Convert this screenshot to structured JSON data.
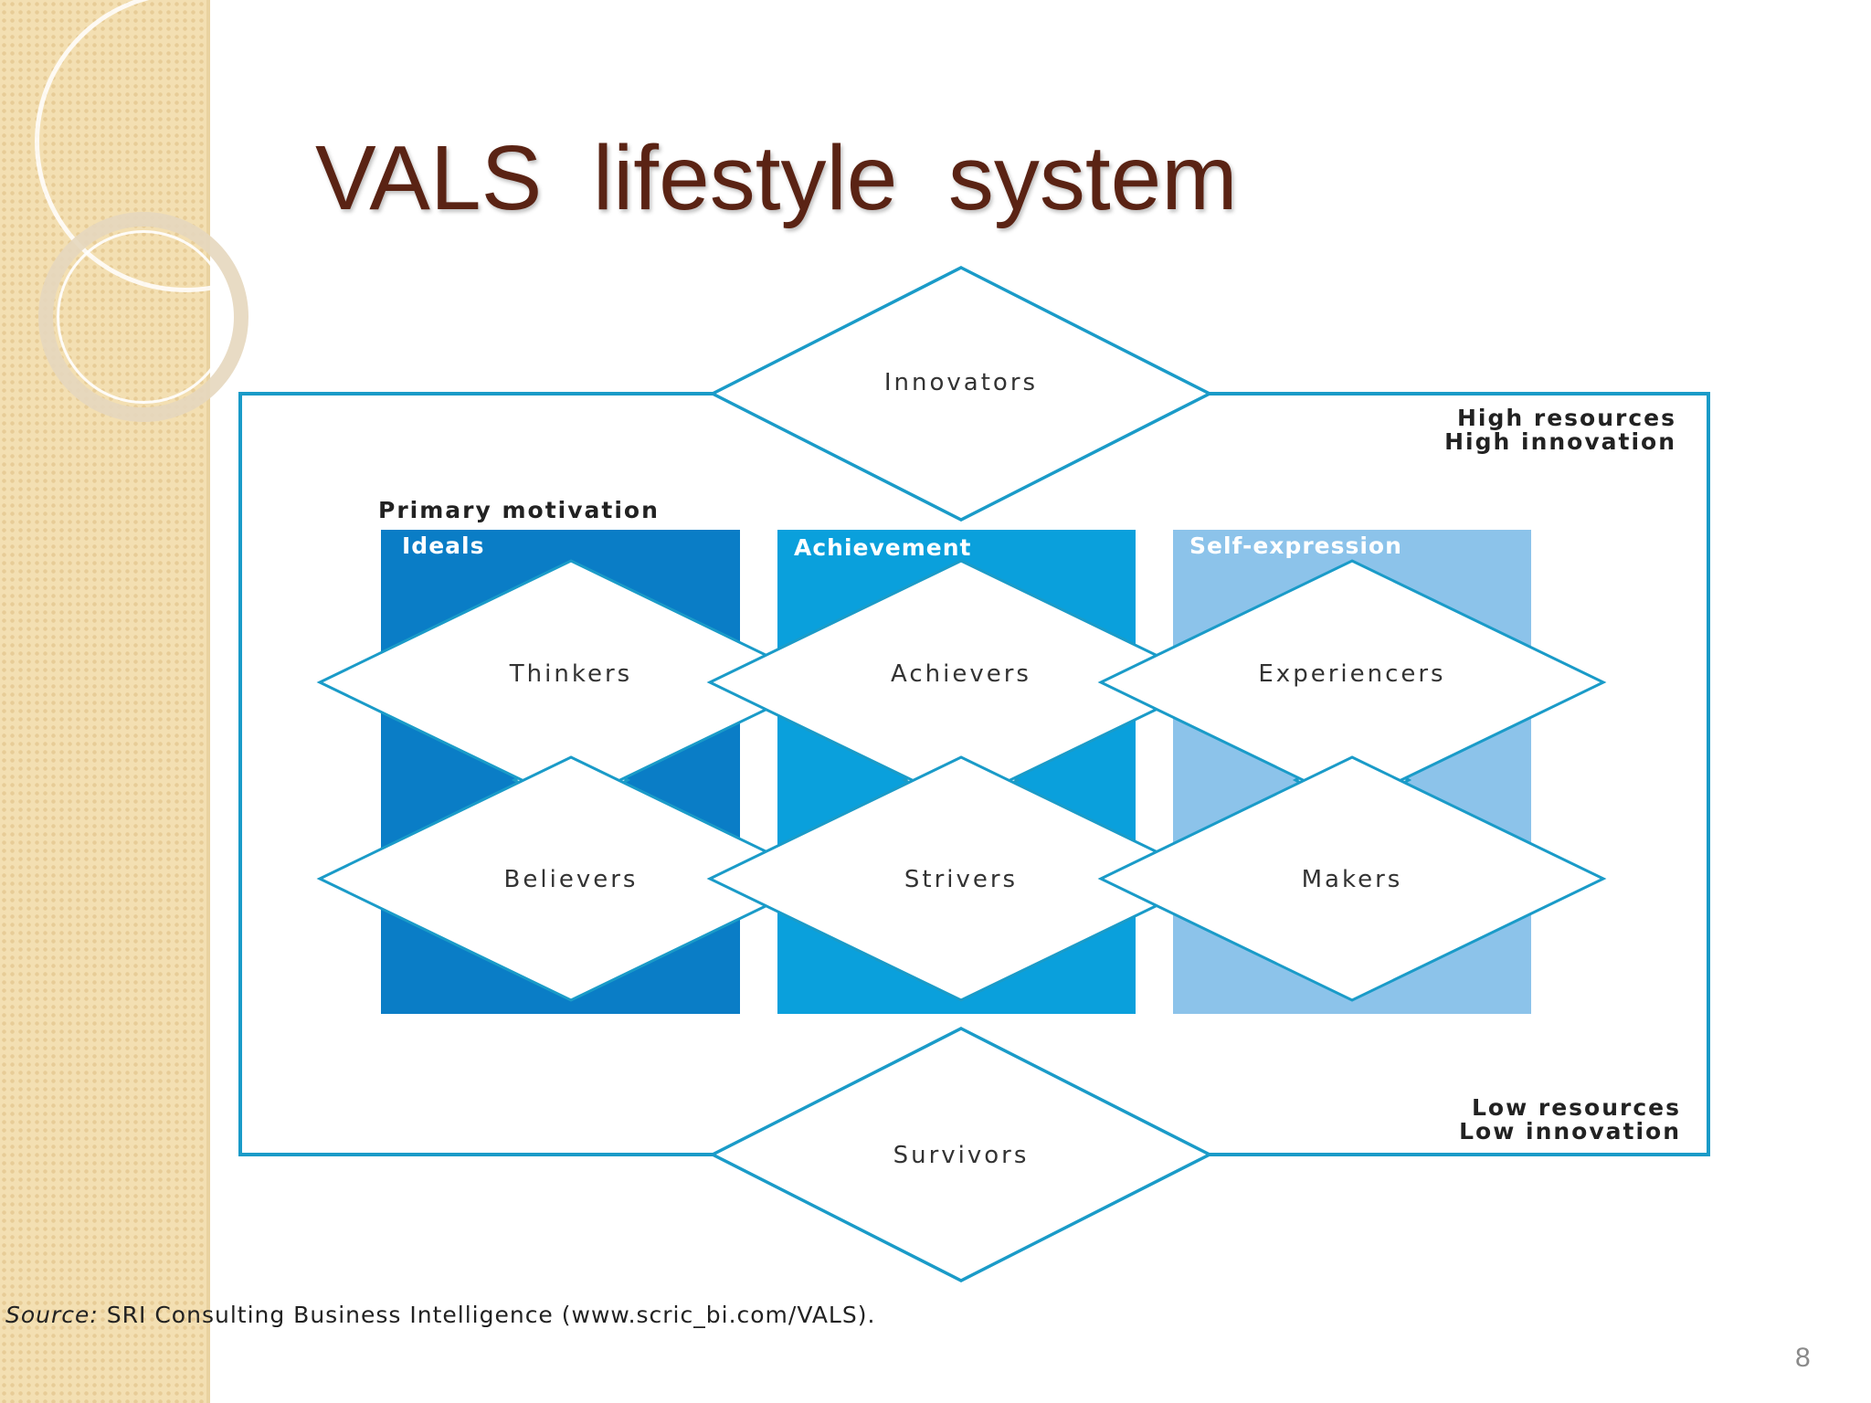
{
  "slide": {
    "title": "VALS  lifestyle  system",
    "page_number": "8"
  },
  "diagram": {
    "heading": "Primary motivation",
    "top_right": [
      "High resources",
      "High innovation"
    ],
    "bottom_right": [
      "Low resources",
      "Low innovation"
    ],
    "columns": [
      {
        "label": "Ideals",
        "color": "#0a7dc6"
      },
      {
        "label": "Achievement",
        "color": "#0aa0dc"
      },
      {
        "label": "Self-expression",
        "color": "#8cc3ea"
      }
    ],
    "segments": {
      "top": "Innovators",
      "upper": [
        "Thinkers",
        "Achievers",
        "Experiencers"
      ],
      "lower": [
        "Believers",
        "Strivers",
        "Makers"
      ],
      "bottom": "Survivors"
    },
    "outline_color": "#1a9bc8"
  },
  "source": {
    "label": "Source:",
    "text": " SRI Consulting Business Intelligence (www.scric_bi.com/VALS)."
  }
}
